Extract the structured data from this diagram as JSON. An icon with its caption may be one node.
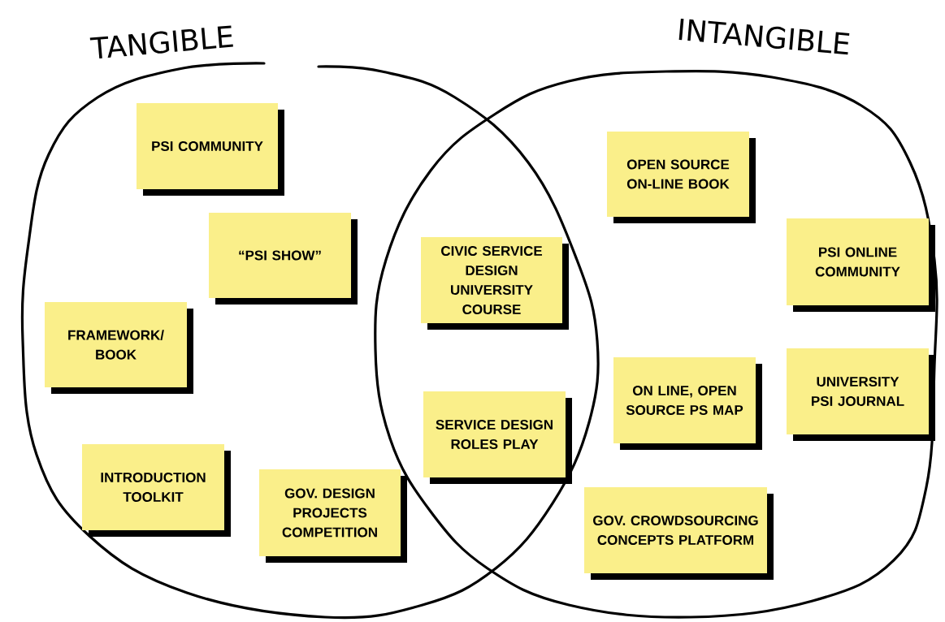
{
  "diagram": {
    "nodes": [
      {
        "text": [
          "TANGIBLE"
        ]
      },
      {
        "text": [
          "INTANGIBLE"
        ]
      },
      {
        "text": [
          "PSI COMMUNITY"
        ],
        "in": 0
      },
      {
        "text": [
          "“PSI SHOW”"
        ],
        "in": 0
      },
      {
        "text": [
          "FRAMEWORK/ BOOK"
        ],
        "in": 0
      },
      {
        "text": [
          "INTRODUCTION TOOLKIT"
        ],
        "in": 0
      },
      {
        "text": [
          "GOV. DESIGN PROJECTS COMPETITION"
        ],
        "in": 0
      },
      {
        "text": [
          "CIVIC SERVICE DESIGN UNIVERSITY COURSE"
        ]
      },
      {
        "text": [
          "SERVICE DESIGN ROLES PLAY"
        ]
      },
      {
        "text": [
          "OPEN SOURCE ON-LINE BOOK"
        ],
        "in": 1
      },
      {
        "text": [
          "PSI ONLINE COMMUNITY"
        ],
        "in": 1
      },
      {
        "text": [
          "ON LINE, OPEN SOURCE PS MAP"
        ],
        "in": 1
      },
      {
        "text": [
          "UNIVERSITY PSI JOURNAL"
        ],
        "in": 1
      },
      {
        "text": [
          "GOV. CROWDSOURCING CONCEPTS PLATFORM"
        ],
        "in": 1
      }
    ]
  }
}
